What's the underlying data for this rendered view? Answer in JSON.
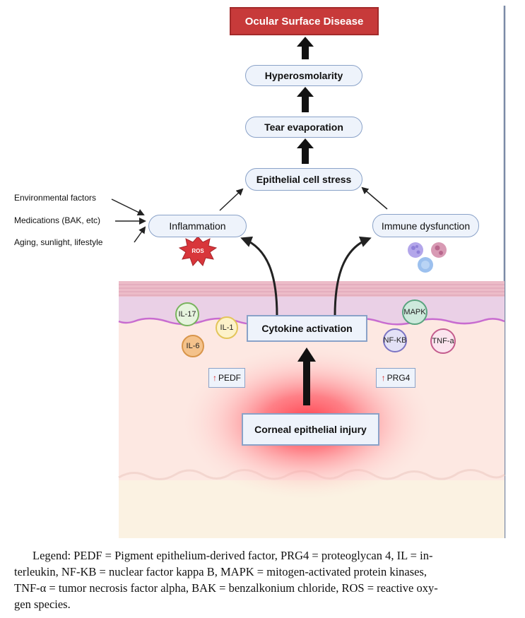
{
  "top": {
    "label": "Ocular Surface Disease",
    "color": "#c73a3a"
  },
  "chain": {
    "hyperosmolarity": "Hyperosmolarity",
    "tear_evaporation": "Tear evaporation",
    "epithelial_stress": "Epithelial cell stress"
  },
  "left": {
    "inflammation": "Inflammation",
    "ros": "ROS",
    "factors": [
      "Environmental factors",
      "Medications (BAK, etc)",
      "Aging, sunlight, lifestyle"
    ]
  },
  "right": {
    "immune": "Immune dysfunction"
  },
  "center": {
    "cytokine": "Cytokine activation",
    "injury": "Corneal epithelial injury"
  },
  "cytokines": {
    "il17": "IL-17",
    "il1": "IL-1",
    "il6": "IL-6",
    "mapk": "MAPK",
    "nfkb": "NF-KB",
    "tnfa": "TNF-a"
  },
  "markers": {
    "pedf": "PEDF",
    "prg4": "PRG4",
    "up_arrow": "↑"
  },
  "legend": {
    "line1": "Legend: PEDF = Pigment epithelium-derived factor, PRG4 = proteoglycan 4, IL = in-",
    "line2": "terleukin, NF-KB = nuclear factor kappa B, MAPK = mitogen-activated protein kinases,",
    "line3": "TNF-α = tumor necrosis factor alpha, BAK = benzalkonium chloride, ROS = reactive oxy-",
    "line4": "gen species."
  }
}
